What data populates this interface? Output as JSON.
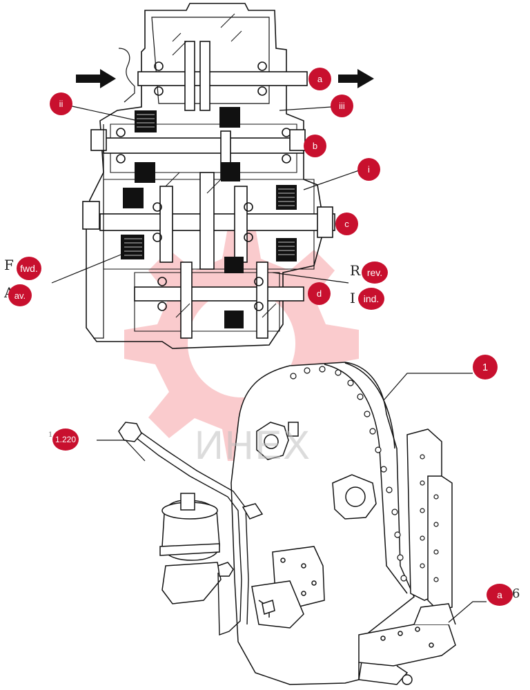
{
  "callouts": {
    "a_top": "a",
    "b": "b",
    "c": "c",
    "d": "d",
    "ii": "ii",
    "iii": "iii",
    "i": "i",
    "fwd": "fwd.",
    "av": "av.",
    "rev": "rev.",
    "ind": "ind.",
    "part_1": "1",
    "ref_220": "1.220",
    "a_lower": "a"
  },
  "ghost_text": {
    "f": "F",
    "a": "A",
    "r": "R",
    "i": "I",
    "ref_prefix": "1",
    "a_lower_suffix": "6"
  },
  "watermark": {
    "text": "ИНЕХ",
    "color": "#e8141c"
  },
  "colors": {
    "callout": "#c8102e",
    "line": "#111111"
  }
}
